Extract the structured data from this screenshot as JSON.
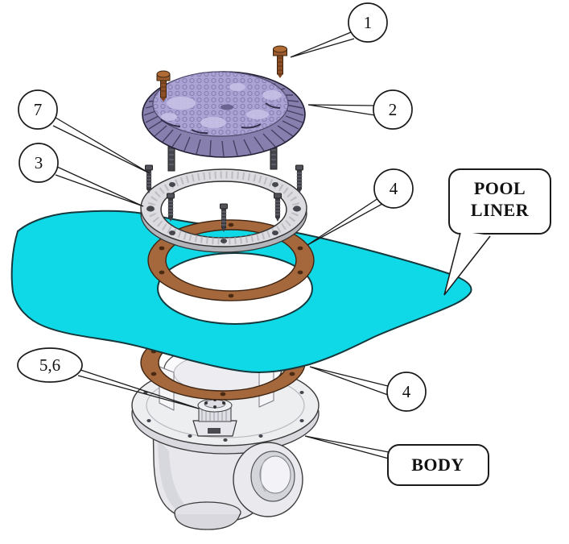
{
  "callouts": {
    "c1": "1",
    "c2": "2",
    "c3": "3",
    "c4_upper": "4",
    "c4_lower": "4",
    "c5_6": "5,6",
    "c7": "7"
  },
  "labels": {
    "pool_liner_line1": "POOL",
    "pool_liner_line2": "LINER",
    "body": "BODY"
  },
  "colors": {
    "background": "#ffffff",
    "pool_liner": "#0fd9e6",
    "liner_outline": "#15383c",
    "gasket": "#a5683c",
    "gasket_outline": "#3d2412",
    "cover_dome": "#aba3d4",
    "cover_rim": "#8780ae",
    "ring_top": "#dcdce1",
    "ring_side": "#b4b4bb",
    "body_fill": "#eceef0",
    "body_side": "#d9d9df",
    "screw_brown": "#8d4f26",
    "screw_dark": "#3e3e46",
    "line": "#1a1a1a"
  }
}
